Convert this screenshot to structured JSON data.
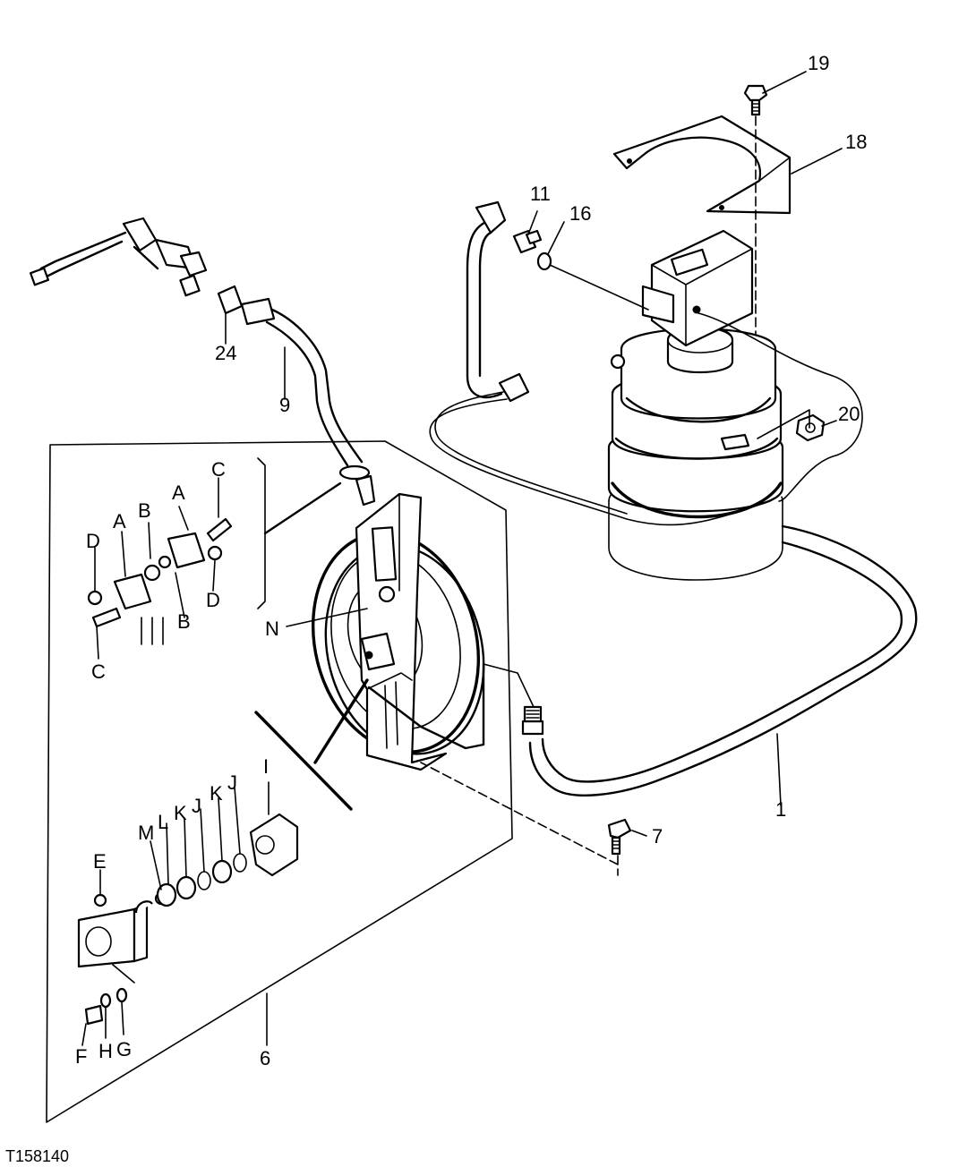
{
  "figure_id": "T158140",
  "callouts": {
    "c1": "1",
    "c6": "6",
    "c7": "7",
    "c9": "9",
    "c11": "11",
    "c16": "16",
    "c18": "18",
    "c19": "19",
    "c20": "20",
    "c24": "24",
    "A1": "A",
    "A2": "A",
    "B1": "B",
    "B2": "B",
    "C1": "C",
    "C2": "C",
    "D1": "D",
    "D2": "D",
    "E": "E",
    "F": "F",
    "G": "G",
    "H": "H",
    "I": "I",
    "J1": "J",
    "J2": "J",
    "K1": "K",
    "K2": "K",
    "L": "L",
    "M": "M",
    "N": "N"
  }
}
